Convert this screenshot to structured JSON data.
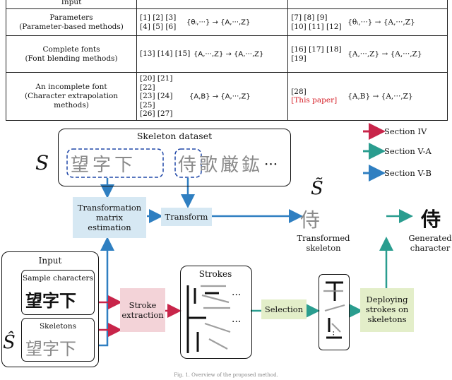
{
  "table": {
    "header_fragment": "Input",
    "rows": [
      {
        "label1": "Parameters",
        "label2": "(Parameter-based methods)",
        "refs_a": [
          "[1] [2] [3]",
          "[4] [5] [6]"
        ],
        "formula_a": "{θᵢ,···} → {A,···,Z}",
        "refs_b": [
          "[7] [8] [9]",
          "[10] [11] [12]"
        ],
        "formula_b": "{θᵢ,···} → {A,···,Z}"
      },
      {
        "label1": "Complete fonts",
        "label2": "(Font blending methods)",
        "refs_a": [
          "[13] [14] [15]"
        ],
        "formula_a": "{A,···,Z} → {A,···,Z}",
        "refs_b": [
          "[16] [17] [18]",
          "[19]"
        ],
        "formula_b": "{A,···,Z} → {A,···,Z}"
      },
      {
        "label1": "An incomplete font",
        "label2": "(Character extrapolation methods)",
        "refs_a": [
          "[20] [21] [22]",
          "[23] [24] [25]",
          "[26] [27]"
        ],
        "formula_a": "{A,B} → {A,···,Z}",
        "refs_b": [
          "[28]",
          "[This paper]"
        ],
        "formula_b": "{A,B} → {A,···,Z}"
      }
    ]
  },
  "legend": [
    {
      "label": "Section IV",
      "color": "#c8254a"
    },
    {
      "label": "Section V-A",
      "color": "#2a9d8f"
    },
    {
      "label": "Section V-B",
      "color": "#2f7fc1"
    }
  ],
  "diagram": {
    "skeleton_dataset_title": "Skeleton dataset",
    "S_symbol": "S",
    "skeleton_chars": [
      "望",
      "字",
      "下",
      "侍",
      "歌",
      "厳",
      "鈜"
    ],
    "ellipsis": "···",
    "transform_est": [
      "Transformation",
      "matrix",
      "estimation"
    ],
    "transform": "Transform",
    "S_tilde": "S̃",
    "transformed_char": "侍",
    "transformed_label": [
      "Transformed",
      "skeleton"
    ],
    "generated_char": "侍",
    "generated_label": [
      "Generated",
      "character"
    ],
    "input_title": "Input",
    "sample_chars_label": "Sample characters",
    "sample_chars": [
      "望",
      "字",
      "下"
    ],
    "skeletons_label": "Skeletons",
    "skeleton_input_chars": [
      "望",
      "字",
      "下"
    ],
    "S_hat": "Ŝ",
    "strokes_title": "Strokes",
    "stroke_extraction": [
      "Stroke",
      "extraction"
    ],
    "selection": "Selection",
    "deploying": [
      "Deploying",
      "strokes on",
      "skeletons"
    ],
    "caption": "Fig. 1.  Overview of the proposed method."
  },
  "colors": {
    "red": "#c8254a",
    "teal": "#2a9d8f",
    "blue": "#2f7fc1",
    "lightblue": "#d6e8f3",
    "pink": "#f3d3d8",
    "lightgreen": "#e3eec9"
  }
}
